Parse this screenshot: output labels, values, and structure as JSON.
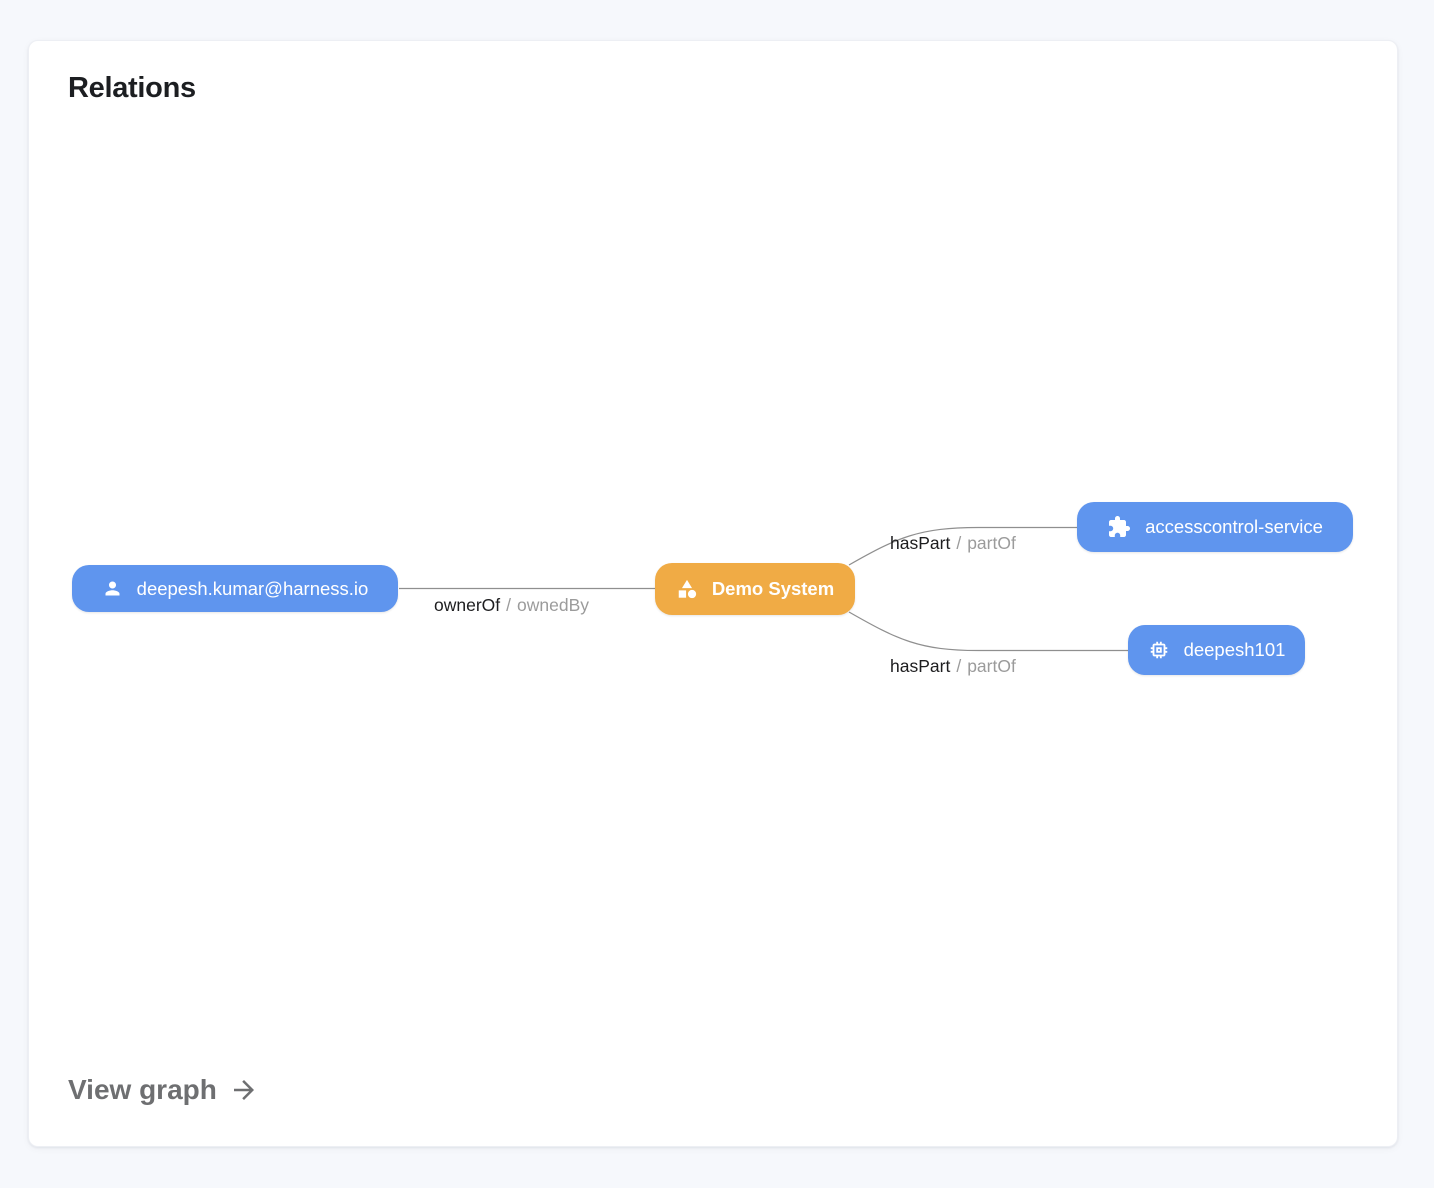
{
  "card": {
    "title": "Relations",
    "view_graph_label": "View graph"
  },
  "colors": {
    "background": "#F6F8FC",
    "card_background": "#FFFFFF",
    "node_blue": "#5F95EE",
    "node_orange": "#F0AB45",
    "edge_line": "#8F8F8F",
    "edge_label_primary": "#1D1D1F",
    "edge_label_secondary": "#9B9B9B",
    "title_color": "#1C1E21",
    "view_graph_color": "#6E6F71"
  },
  "graph": {
    "nodes": [
      {
        "label": "deepesh.kumar@harness.io",
        "icon": "person-icon",
        "color": "#5F95EE"
      },
      {
        "label": "Demo System",
        "icon": "category-shapes-icon",
        "color": "#F0AB45"
      },
      {
        "label": "accesscontrol-service",
        "icon": "extension-puzzle-icon",
        "color": "#5F95EE"
      },
      {
        "label": "deepesh101",
        "icon": "memory-chip-icon",
        "color": "#5F95EE"
      }
    ],
    "edges": [
      {
        "rel": "ownerOf",
        "sep": "/",
        "inverse": "ownedBy"
      },
      {
        "rel": "hasPart",
        "sep": "/",
        "inverse": "partOf"
      },
      {
        "rel": "hasPart",
        "sep": "/",
        "inverse": "partOf"
      }
    ]
  }
}
